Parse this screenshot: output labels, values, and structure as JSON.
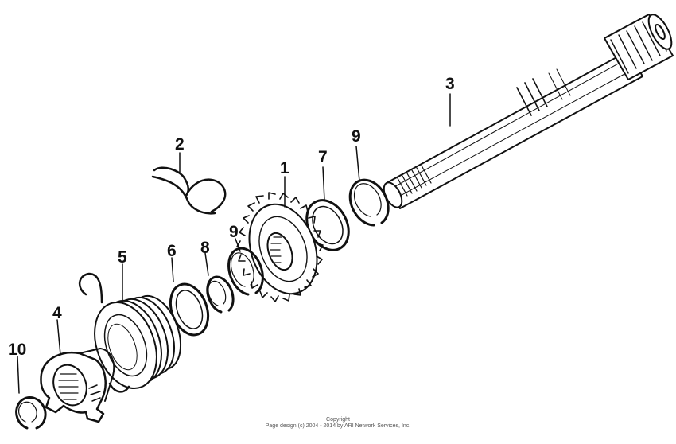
{
  "labels": {
    "p1": "1",
    "p2": "2",
    "p3": "3",
    "p4": "4",
    "p5": "5",
    "p6": "6",
    "p7": "7",
    "p8": "8",
    "p9a": "9",
    "p9b": "9",
    "p10": "10"
  },
  "copyright": {
    "line1": "Copyright",
    "line2": "Page design (c) 2004 - 2014 by ARI Network Services, Inc."
  }
}
